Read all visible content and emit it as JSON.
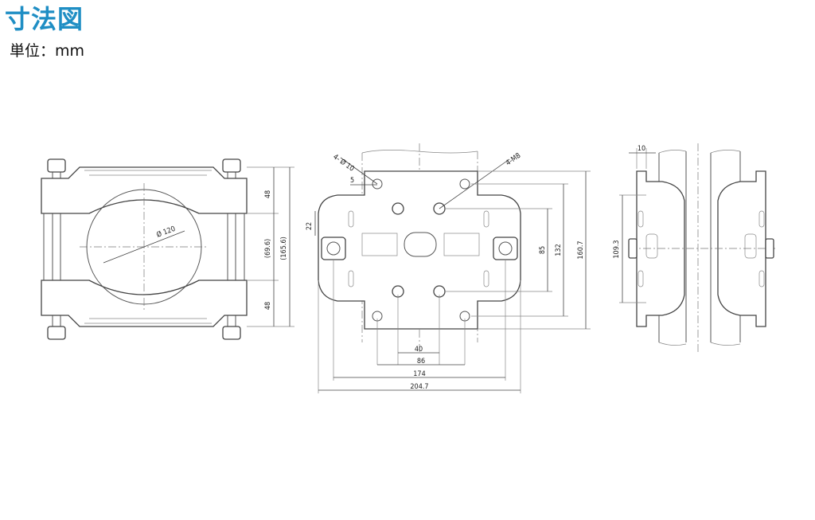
{
  "header": {
    "title": "寸法図",
    "unit": "単位：mm"
  },
  "dimensions": {
    "front": {
      "diameter": "Ø 120",
      "top": "48",
      "middle": "(69.6)",
      "total": "(165.6)",
      "bottom": "48"
    },
    "plate": {
      "hole_callout": "4- Ø 10",
      "tap_callout": "4-M8",
      "offset_5": "5",
      "offset_22": "22",
      "width_40": "40",
      "width_86": "86",
      "width_174": "174",
      "width_204": "204.7",
      "height_85": "85",
      "height_132": "132",
      "height_160": "160.7"
    },
    "side": {
      "thickness": "10",
      "height": "109.3"
    }
  }
}
